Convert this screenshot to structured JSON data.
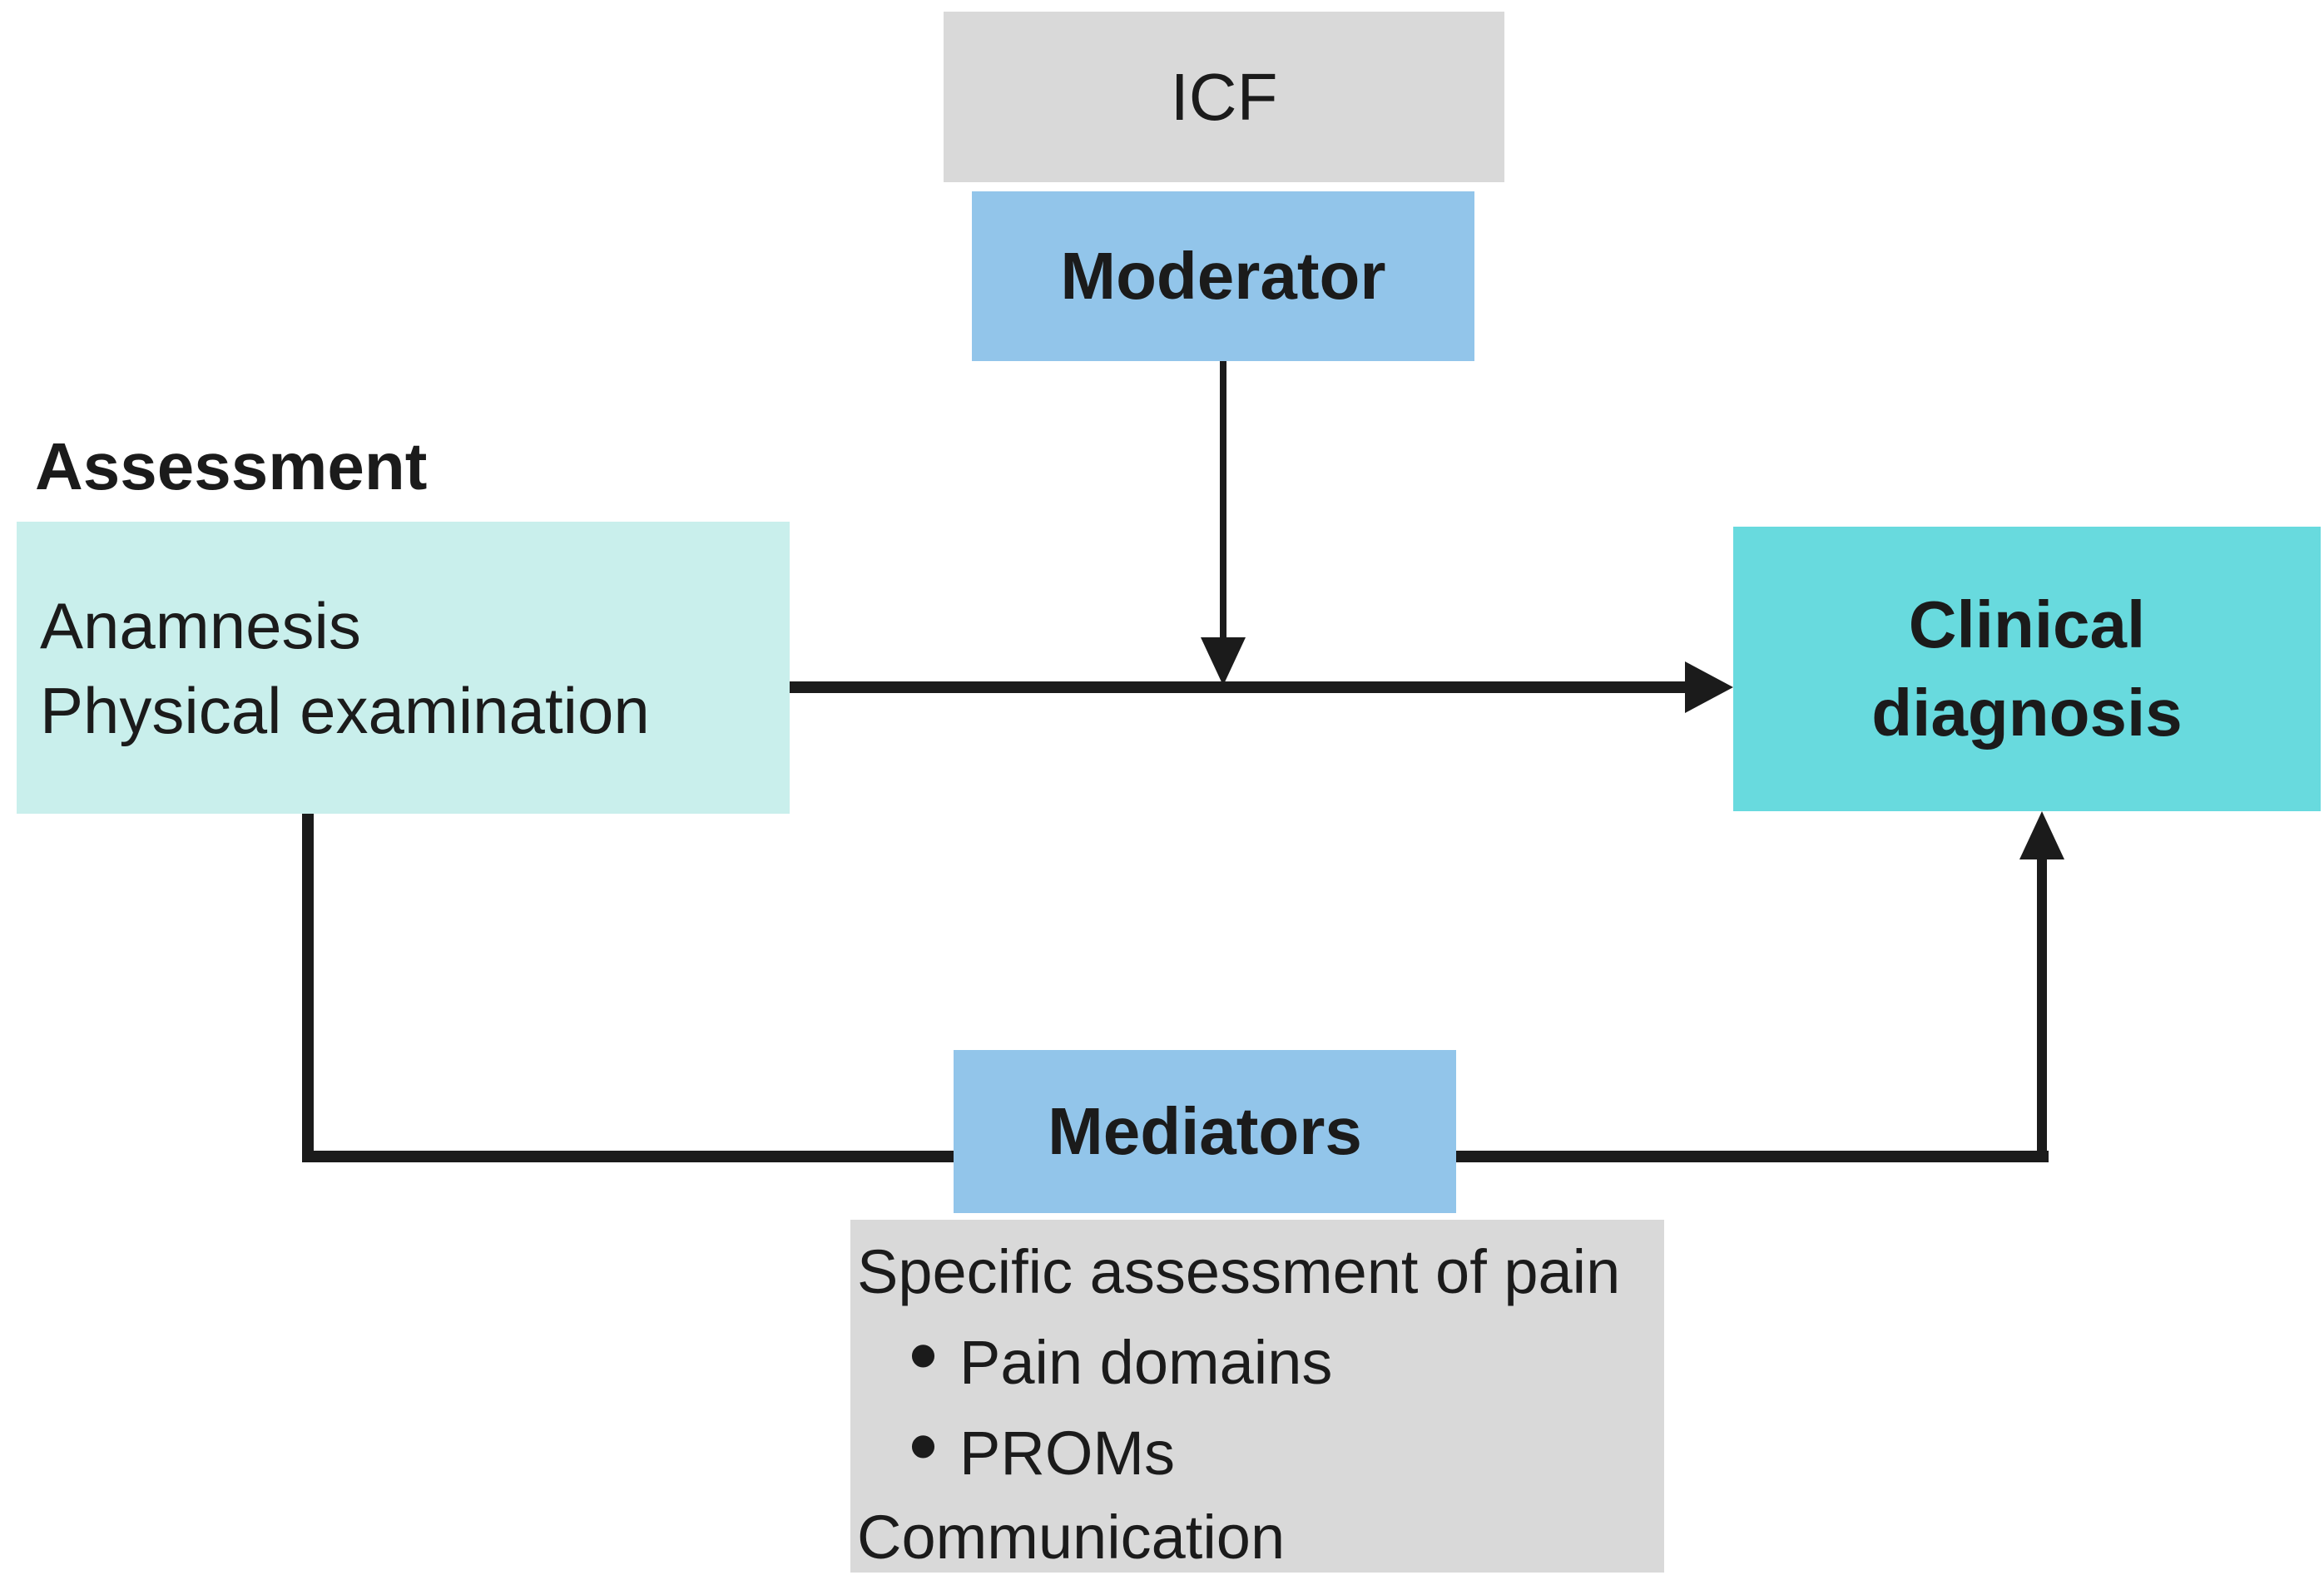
{
  "colors": {
    "gray_box": "#d9d9d9",
    "blue_box": "#92c5ea",
    "pale_cyan_box": "#c9efec",
    "turquoise_box": "#68dade",
    "line": "#1b1b1b",
    "text": "#1b1b1b",
    "background": "#ffffff"
  },
  "diagram": {
    "icf": {
      "label": "ICF"
    },
    "moderator": {
      "label": "Moderator"
    },
    "assessment": {
      "heading": "Assessment",
      "line1": "Anamnesis",
      "line2": "Physical examination"
    },
    "clinical_diagnosis": {
      "line1": "Clinical",
      "line2": "diagnosis"
    },
    "mediators": {
      "label": "Mediators"
    },
    "mediator_details": {
      "line1": "Specific assessment of pain",
      "bullet_glyph": "•",
      "bullet1": "Pain domains",
      "bullet2": "PROMs",
      "line2": "Communication"
    }
  }
}
